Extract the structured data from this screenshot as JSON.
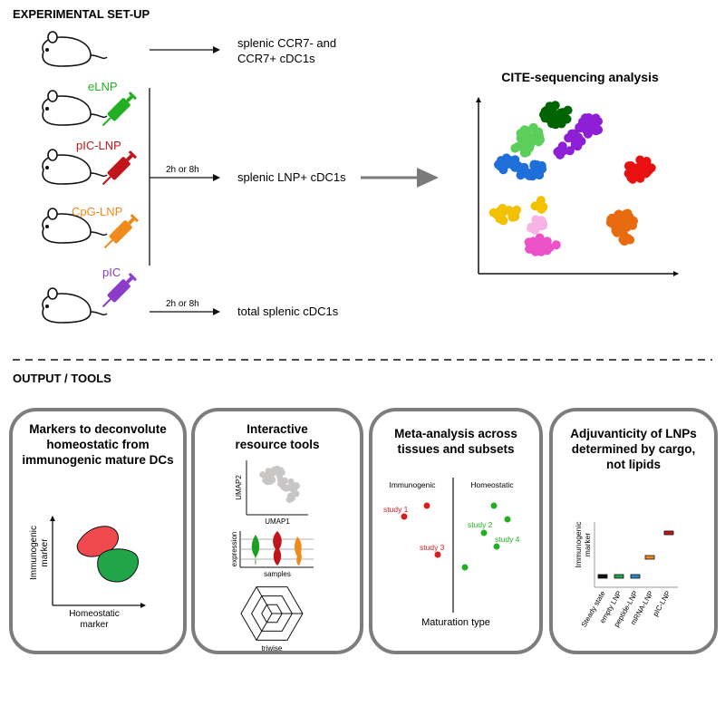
{
  "setup": {
    "header": "EXPERIMENTAL SET-UP",
    "mice": [
      {
        "label": "",
        "color": ""
      },
      {
        "label": "eLNP",
        "color": "#22b022"
      },
      {
        "label": "pIC-LNP",
        "color": "#c0161b"
      },
      {
        "label": "CpG-LNP",
        "color": "#f08a1c"
      },
      {
        "label": "pIC",
        "color": "#8c3cc8"
      }
    ],
    "outcome1_line1": "splenic CCR7- and",
    "outcome1_line2": "CCR7+ cDC1s",
    "timing_lnp": "2h or 8h",
    "outcome2": "splenic LNP+ cDC1s",
    "timing_pic": "2h or 8h",
    "outcome3": "total splenic cDC1s"
  },
  "cite": {
    "title": "CITE-sequencing analysis",
    "cluster_colors": [
      "#006400",
      "#8e1fd6",
      "#5ccf5a",
      "#1e6fd9",
      "#e81010",
      "#f2c200",
      "#f7b3e3",
      "#ec52c8",
      "#e86b10"
    ]
  },
  "output": {
    "header": "OUTPUT / TOOLS",
    "panels": [
      {
        "title_lines": [
          "Markers to deconvolute",
          "homeostatic from",
          "immunogenic mature DCs"
        ],
        "y_label_lines": [
          "Immunogenic",
          "marker"
        ],
        "x_label_lines": [
          "Homeostatic",
          "marker"
        ],
        "colors": [
          "#f04a4f",
          "#20a548"
        ]
      },
      {
        "title_lines": [
          "Interactive",
          "resource tools"
        ],
        "umap_y": "UMAP2",
        "umap_x": "UMAP1",
        "violin_y": "expression",
        "violin_x": "samples",
        "radar_label": "triwise",
        "violin_colors": [
          "#20a020",
          "#c0161b",
          "#f08a1c"
        ]
      },
      {
        "title_lines": [
          "Meta-analysis across",
          "tissues and subsets"
        ],
        "left_group": "Immunogenic",
        "right_group": "Homeostatic",
        "studies": [
          "study 1",
          "study 3",
          "study 2",
          "study 4"
        ],
        "x_label": "Maturation type",
        "colors": [
          "#d81e1e",
          "#22b022"
        ]
      },
      {
        "title_lines": [
          "Adjuvanticity of LNPs",
          "determined by cargo,",
          "not lipids"
        ],
        "y_label_lines": [
          "Immunogenic",
          "marker"
        ],
        "categories": [
          "Steady state",
          "empty LNP",
          "peptide-LNP",
          "mRNA-LNP",
          "pIC-LNP"
        ],
        "colors": [
          "#111111",
          "#28a050",
          "#2a88c8",
          "#f08a1c",
          "#c0161b"
        ]
      }
    ]
  }
}
